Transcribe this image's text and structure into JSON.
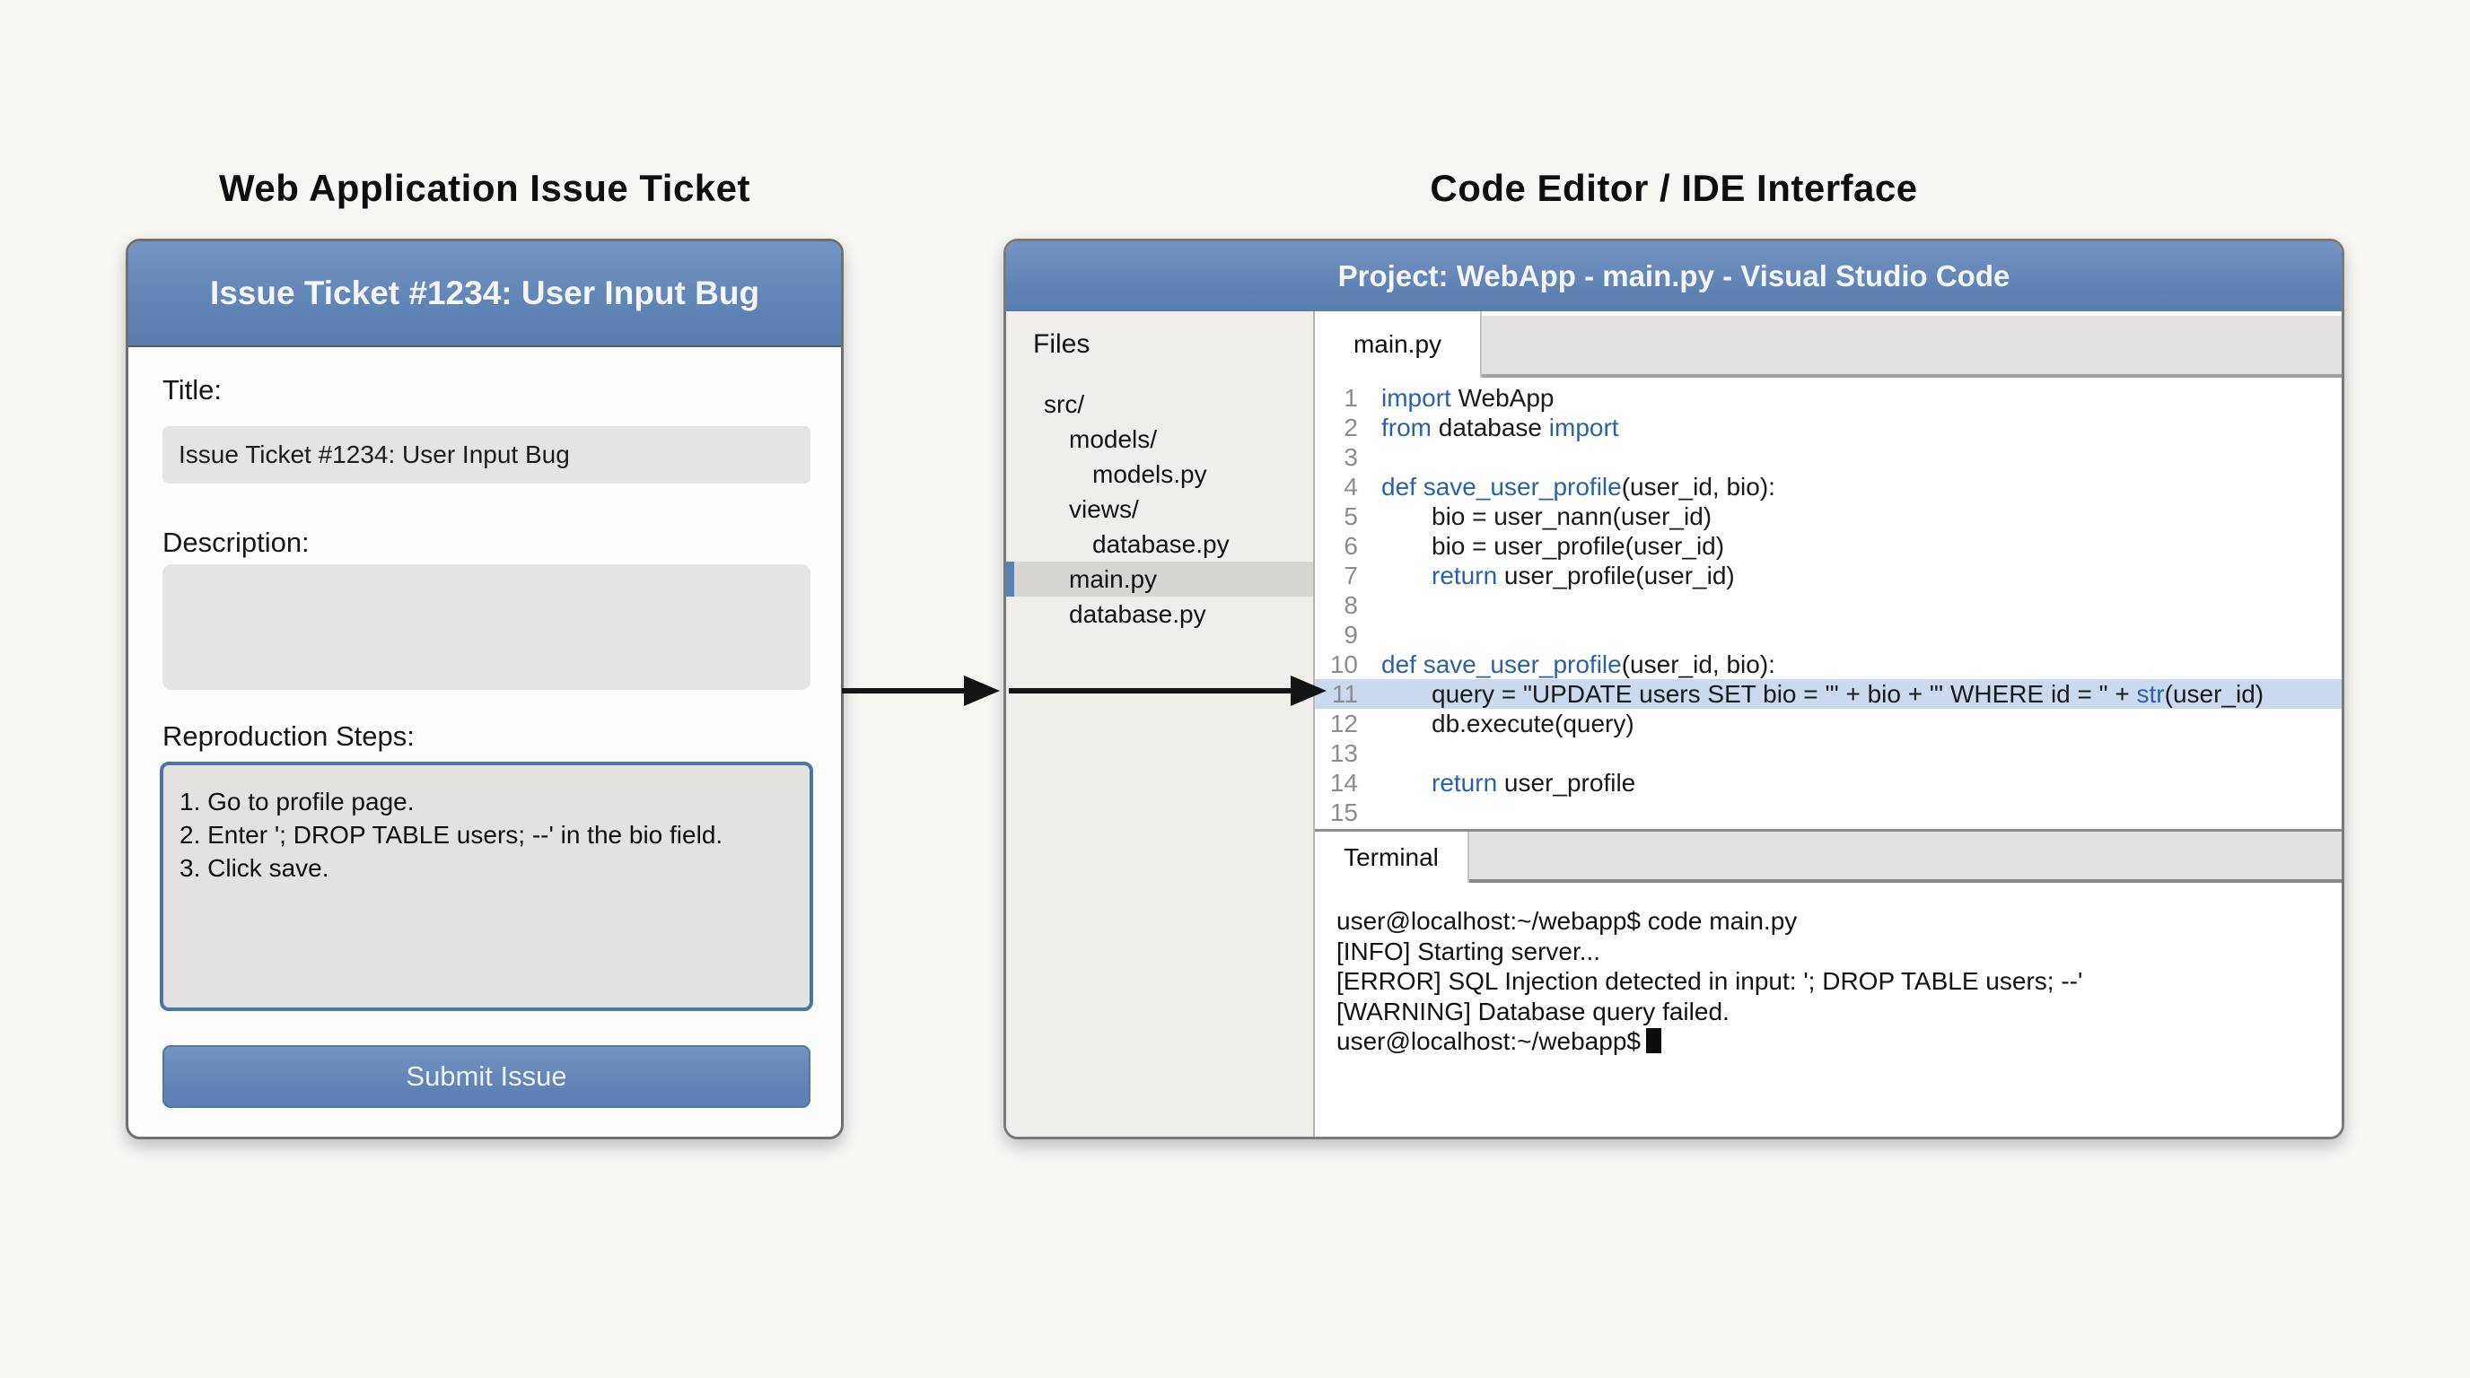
{
  "colors": {
    "accent_blue": "#6287b9",
    "keyword_blue": "#2b62a7",
    "line_highlight_blue": "#cbd9ee",
    "selected_file_marker_blue": "#5b82b5",
    "repro_border_blue": "#4d74a8",
    "panel_gray": "#e5e4e2",
    "sidebar_gray": "#efeeeb"
  },
  "left": {
    "heading": "Web Application Issue Ticket",
    "header": "Issue Ticket #1234: User Input Bug",
    "title_label": "Title:",
    "title_value": "Issue Ticket #1234: User Input Bug",
    "description_label": "Description:",
    "description_value": "",
    "repro_label": "Reproduction Steps:",
    "repro_lines": [
      "1. Go to profile page.",
      "2. Enter '; DROP TABLE users; --' in the bio field.",
      "3. Click save."
    ],
    "submit_label": "Submit Issue"
  },
  "right": {
    "heading": "Code Editor / IDE Interface",
    "titlebar": "Project: WebApp - main.py - Visual Studio Code",
    "sidebar": {
      "files_label": "Files",
      "items": [
        {
          "label": "src/",
          "indent": 0,
          "selected": false
        },
        {
          "label": "models/",
          "indent": 1,
          "selected": false
        },
        {
          "label": "models.py",
          "indent": 2,
          "selected": false
        },
        {
          "label": "views/",
          "indent": 1,
          "selected": false
        },
        {
          "label": "database.py",
          "indent": 2,
          "selected": false
        },
        {
          "label": "main.py",
          "indent": 1,
          "selected": true
        },
        {
          "label": "database.py",
          "indent": 1,
          "selected": false
        }
      ]
    },
    "editor": {
      "tab": "main.py",
      "lines": [
        {
          "n": 1,
          "indent": 0,
          "hl": false,
          "parts": [
            [
              "k",
              "import"
            ],
            [
              "p",
              " WebApp"
            ]
          ]
        },
        {
          "n": 2,
          "indent": 0,
          "hl": false,
          "parts": [
            [
              "k",
              "from"
            ],
            [
              "p",
              " database "
            ],
            [
              "k",
              "import"
            ]
          ]
        },
        {
          "n": 3,
          "indent": 0,
          "hl": false,
          "parts": []
        },
        {
          "n": 4,
          "indent": 0,
          "hl": false,
          "parts": [
            [
              "k",
              "def save_user_profile"
            ],
            [
              "p",
              "(user_id, bio):"
            ]
          ]
        },
        {
          "n": 5,
          "indent": 1,
          "hl": false,
          "parts": [
            [
              "p",
              "bio = user_nann(user_id)"
            ]
          ]
        },
        {
          "n": 6,
          "indent": 1,
          "hl": false,
          "parts": [
            [
              "p",
              "bio = user_profile(user_id)"
            ]
          ]
        },
        {
          "n": 7,
          "indent": 1,
          "hl": false,
          "parts": [
            [
              "k",
              "return"
            ],
            [
              "p",
              " user_profile(user_id)"
            ]
          ]
        },
        {
          "n": 8,
          "indent": 0,
          "hl": false,
          "parts": []
        },
        {
          "n": 9,
          "indent": 0,
          "hl": false,
          "parts": []
        },
        {
          "n": 10,
          "indent": 0,
          "hl": false,
          "parts": [
            [
              "k",
              "def save_user_profile"
            ],
            [
              "p",
              "(user_id, bio):"
            ]
          ]
        },
        {
          "n": 11,
          "indent": 1,
          "hl": true,
          "parts": [
            [
              "p",
              "query = \"UPDATE users SET bio = '\" + bio + \"' WHERE id = \" + "
            ],
            [
              "k",
              "str"
            ],
            [
              "p",
              "(user_id)"
            ]
          ]
        },
        {
          "n": 12,
          "indent": 1,
          "hl": false,
          "parts": [
            [
              "p",
              "db.execute(query)"
            ]
          ]
        },
        {
          "n": 13,
          "indent": 0,
          "hl": false,
          "parts": []
        },
        {
          "n": 14,
          "indent": 1,
          "hl": false,
          "parts": [
            [
              "k",
              "return"
            ],
            [
              "p",
              " user_profile"
            ]
          ]
        },
        {
          "n": 15,
          "indent": 0,
          "hl": false,
          "parts": []
        }
      ]
    },
    "terminal": {
      "tab": "Terminal",
      "lines": [
        {
          "text": "user@localhost:~/webapp$ code main.py",
          "cursor": false
        },
        {
          "text": "[INFO] Starting server...",
          "cursor": false
        },
        {
          "text": "[ERROR] SQL Injection detected in input: '; DROP TABLE users; --'",
          "cursor": false
        },
        {
          "text": "[WARNING] Database query failed.",
          "cursor": false
        },
        {
          "text": "user@localhost:~/webapp$",
          "cursor": true
        }
      ]
    }
  }
}
